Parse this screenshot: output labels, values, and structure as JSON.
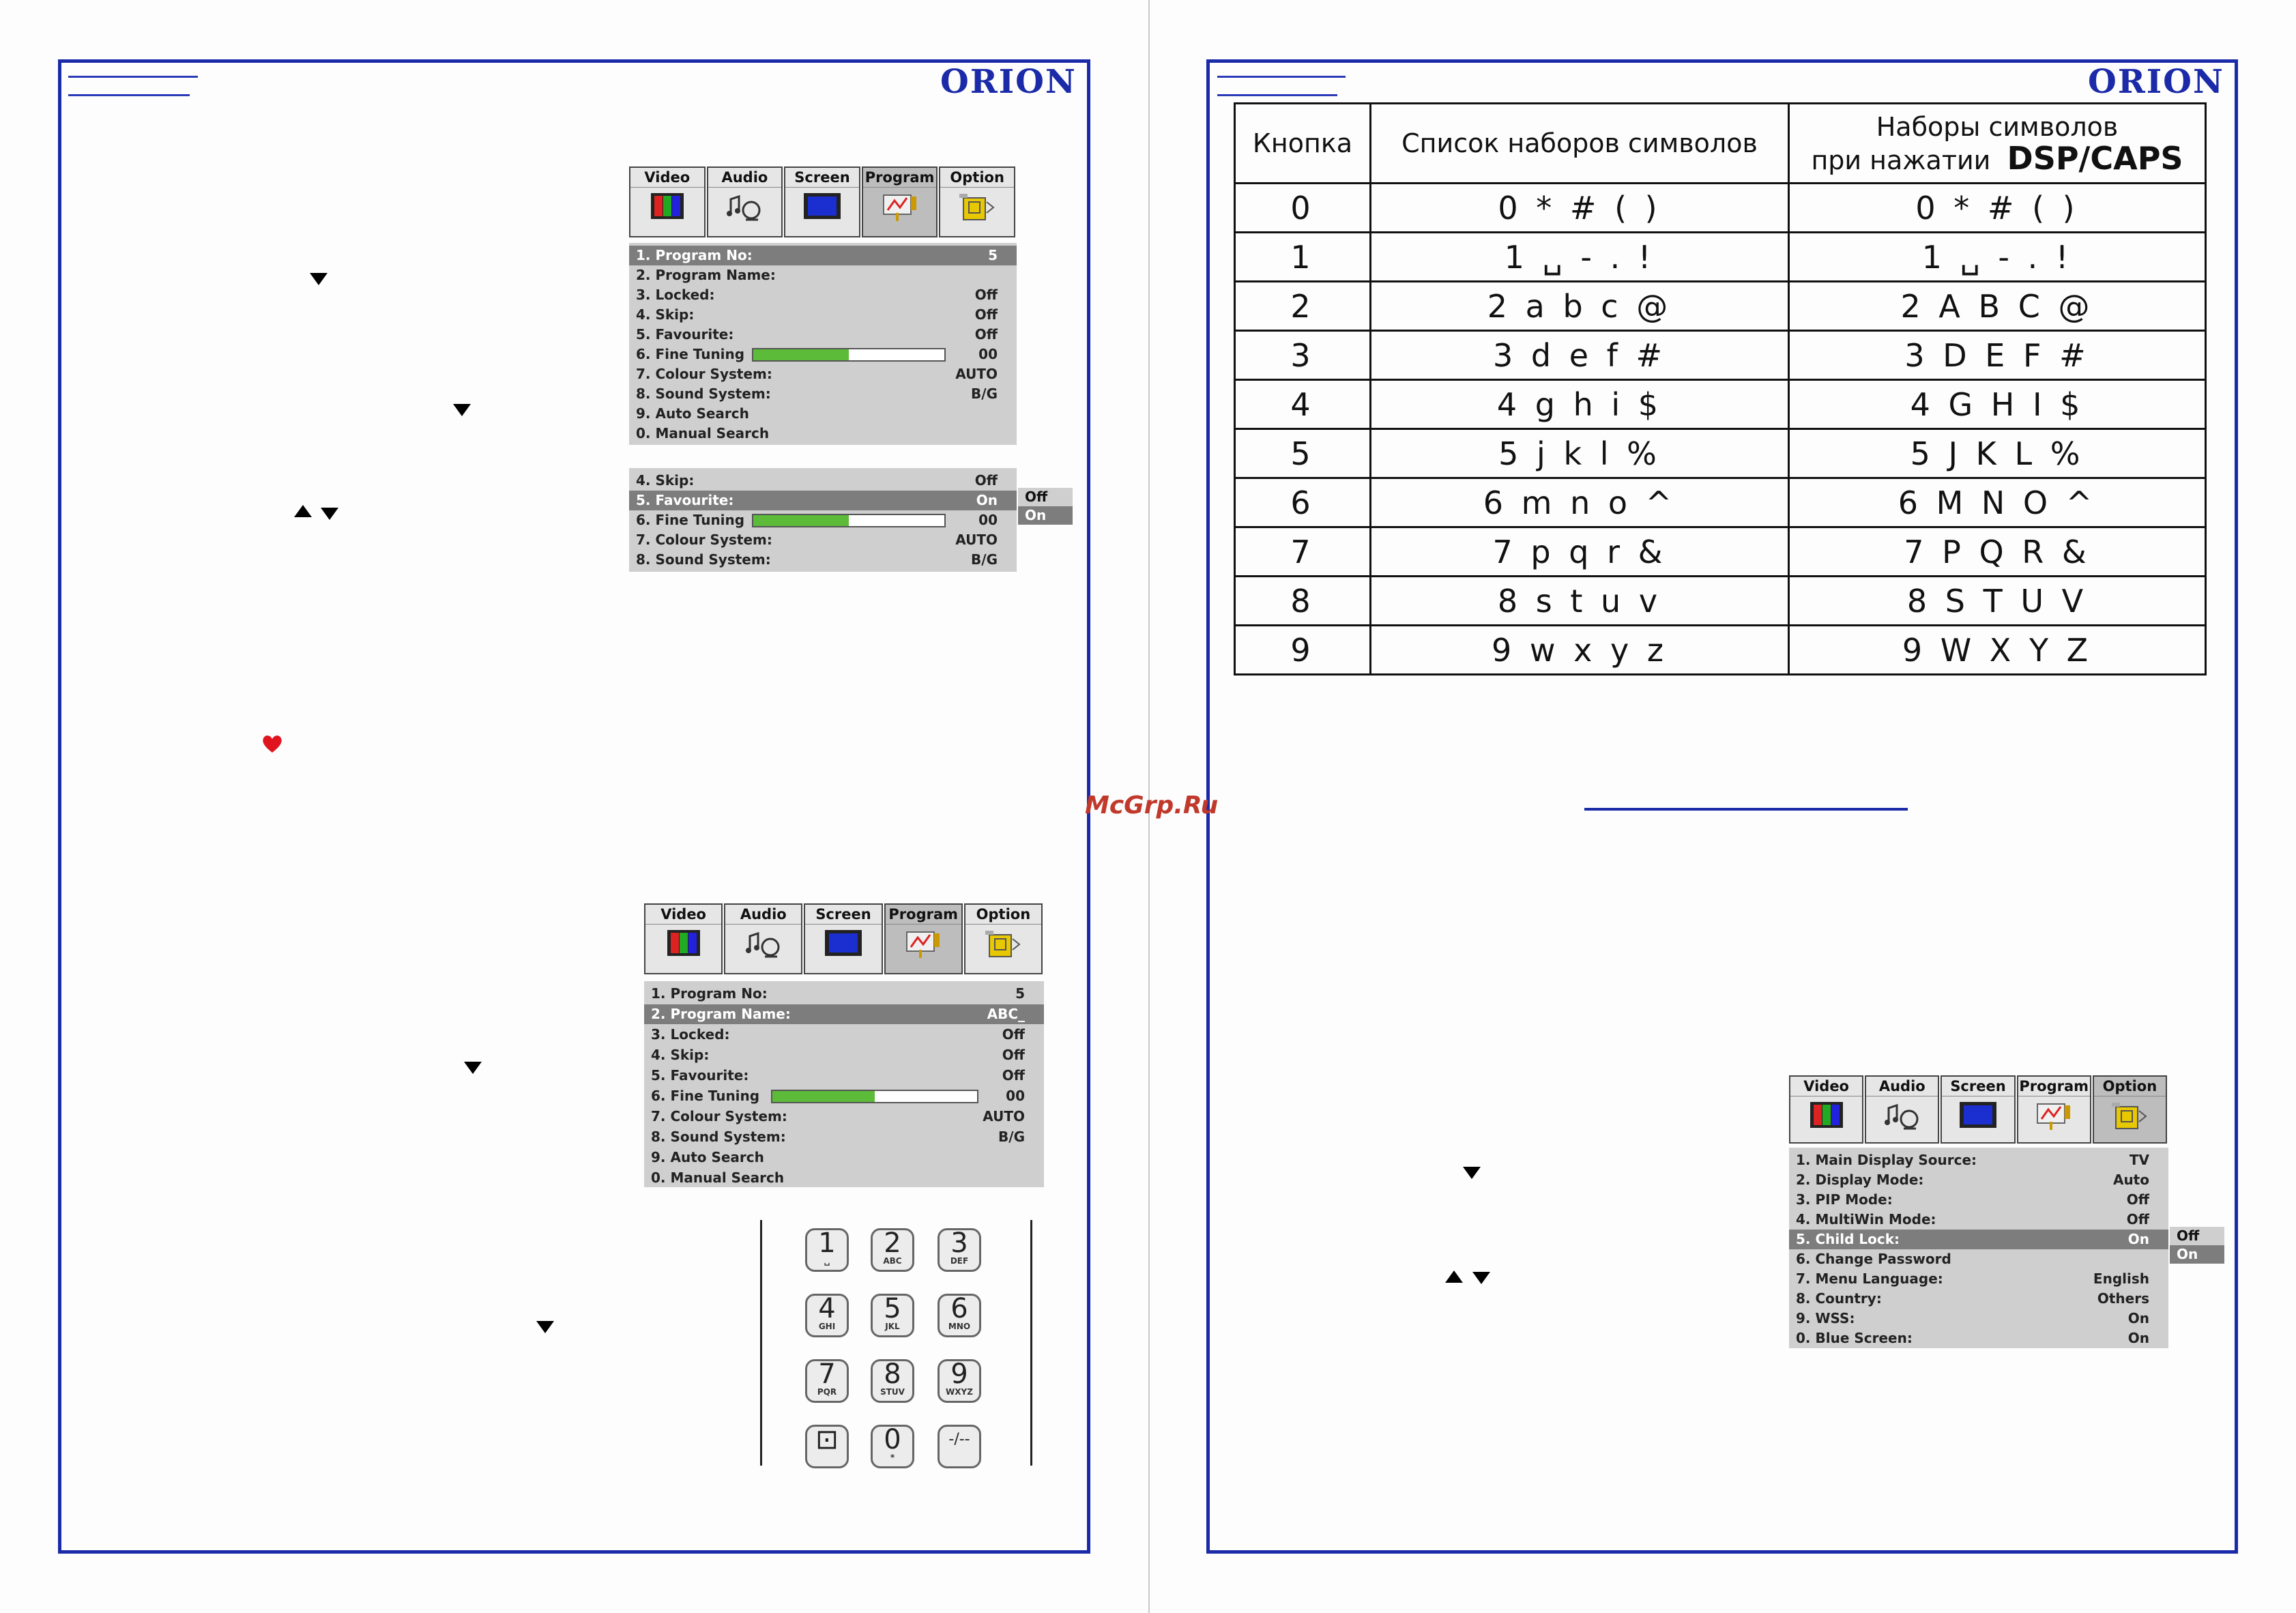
{
  "brand": "ORION",
  "watermark": "McGrp.Ru",
  "menu_program": {
    "tabs": [
      {
        "label": "Video",
        "icon": "video-icon"
      },
      {
        "label": "Audio",
        "icon": "audio-icon"
      },
      {
        "label": "Screen",
        "icon": "screen-icon"
      },
      {
        "label": "Program",
        "icon": "program-icon"
      },
      {
        "label": "Option",
        "icon": "option-icon"
      }
    ],
    "active_tab": "Program",
    "items": [
      {
        "label": "1. Program No:",
        "value": "5"
      },
      {
        "label": "2. Program Name:",
        "value": ""
      },
      {
        "label": "3. Locked:",
        "value": "Off"
      },
      {
        "label": "4. Skip:",
        "value": "Off"
      },
      {
        "label": "5. Favourite:",
        "value": "Off"
      },
      {
        "label": "6. Fine Tuning",
        "value": "00",
        "bar_fraction": 0.5
      },
      {
        "label": "7. Colour System:",
        "value": "AUTO"
      },
      {
        "label": "8. Sound System:",
        "value": "B/G"
      },
      {
        "label": "9. Auto Search",
        "value": ""
      },
      {
        "label": "0. Manual Search",
        "value": ""
      }
    ],
    "selected_index": 0
  },
  "menu_favourite": {
    "items": [
      {
        "label": "4. Skip:",
        "value": "Off"
      },
      {
        "label": "5. Favourite:",
        "value": "On"
      },
      {
        "label": "6. Fine Tuning",
        "value": "00",
        "bar_fraction": 0.5
      },
      {
        "label": "7. Colour System:",
        "value": "AUTO"
      },
      {
        "label": "8. Sound System:",
        "value": "B/G"
      }
    ],
    "selected_index": 1,
    "popup": [
      "Off",
      "On"
    ],
    "popup_selected": "On"
  },
  "menu_program_name": {
    "items": [
      {
        "label": "1. Program No:",
        "value": "5"
      },
      {
        "label": "2. Program Name:",
        "value": "ABC_"
      },
      {
        "label": "3. Locked:",
        "value": "Off"
      },
      {
        "label": "4. Skip:",
        "value": "Off"
      },
      {
        "label": "5. Favourite:",
        "value": "Off"
      },
      {
        "label": "6. Fine Tuning",
        "value": "00",
        "bar_fraction": 0.5
      },
      {
        "label": "7. Colour System:",
        "value": "AUTO"
      },
      {
        "label": "8. Sound System:",
        "value": "B/G"
      },
      {
        "label": "9. Auto Search",
        "value": ""
      },
      {
        "label": "0. Manual Search",
        "value": ""
      }
    ],
    "selected_index": 1
  },
  "menu_option": {
    "active_tab": "Option",
    "items": [
      {
        "label": "1. Main Display Source:",
        "value": "TV"
      },
      {
        "label": "2. Display Mode:",
        "value": "Auto"
      },
      {
        "label": "3. PIP Mode:",
        "value": "Off"
      },
      {
        "label": "4. MultiWin Mode:",
        "value": "Off"
      },
      {
        "label": "5. Child Lock:",
        "value": "On"
      },
      {
        "label": "6. Change Password",
        "value": ""
      },
      {
        "label": "7. Menu Language:",
        "value": "English"
      },
      {
        "label": "8. Country:",
        "value": "Others"
      },
      {
        "label": "9. WSS:",
        "value": "On"
      },
      {
        "label": "0. Blue Screen:",
        "value": "On"
      }
    ],
    "selected_index": 4,
    "popup": [
      "Off",
      "On"
    ],
    "popup_selected": "On"
  },
  "char_table": {
    "headers": [
      "Кнопка",
      "Список наборов символов",
      "Наборы символов",
      "при нажатии",
      "DSP/CAPS"
    ],
    "rows": [
      [
        "0",
        "0 * # ( )",
        "0 * # ( )"
      ],
      [
        "1",
        "1 ␣ - . !",
        "1 ␣ - . !"
      ],
      [
        "2",
        "2 a b c @",
        "2 A B C @"
      ],
      [
        "3",
        "3 d e f #",
        "3 D E F #"
      ],
      [
        "4",
        "4 g h i $",
        "4 G H I $"
      ],
      [
        "5",
        "5 j k l %",
        "5 J K L %"
      ],
      [
        "6",
        "6 m n o ^",
        "6 M N O ^"
      ],
      [
        "7",
        "7 p q r &",
        "7 P Q R &"
      ],
      [
        "8",
        "8 s t u v",
        "8 S T U V"
      ],
      [
        "9",
        "9 w x y z",
        "9 W X Y Z"
      ]
    ]
  },
  "keypad": [
    {
      "digit": "1",
      "sub": "␣"
    },
    {
      "digit": "2",
      "sub": "ABC"
    },
    {
      "digit": "3",
      "sub": "DEF"
    },
    {
      "digit": "4",
      "sub": "GHI"
    },
    {
      "digit": "5",
      "sub": "JKL"
    },
    {
      "digit": "6",
      "sub": "MNO"
    },
    {
      "digit": "7",
      "sub": "PQR"
    },
    {
      "digit": "8",
      "sub": "STUV"
    },
    {
      "digit": "9",
      "sub": "WXYZ"
    },
    {
      "digit": "⊡",
      "sub": ""
    },
    {
      "digit": "0",
      "sub": "*"
    },
    {
      "digit": "-/--",
      "sub": ""
    }
  ],
  "colors": {
    "frame": "#1a2aa8",
    "highlight": "#7d7d7d",
    "bar": "#5dbb3a",
    "heart": "#e0141e"
  }
}
